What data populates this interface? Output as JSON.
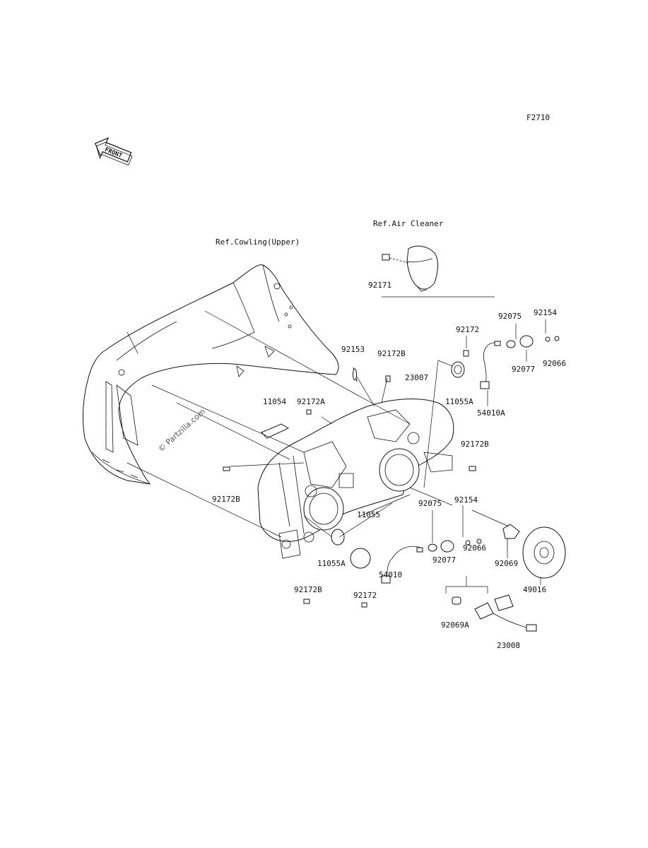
{
  "figure_code": "F2710",
  "front_badge": "FRONT",
  "watermark": "© Partzilla.com",
  "references": {
    "cowling": "Ref.Cowling(Upper)",
    "air_cleaner": "Ref.Air Cleaner"
  },
  "labels": [
    "92171",
    "92075",
    "92154",
    "92172",
    "92153",
    "92172B",
    "23007",
    "92066",
    "92077",
    "11055A",
    "54010A",
    "11054",
    "92172A",
    "92172B",
    "92172B",
    "11055",
    "92075",
    "92154",
    "92066",
    "92077",
    "92069",
    "49016",
    "11055A",
    "54010",
    "92172",
    "92172B",
    "92069A",
    "23008"
  ],
  "footer": {
    "line1": "",
    "line2": ""
  }
}
